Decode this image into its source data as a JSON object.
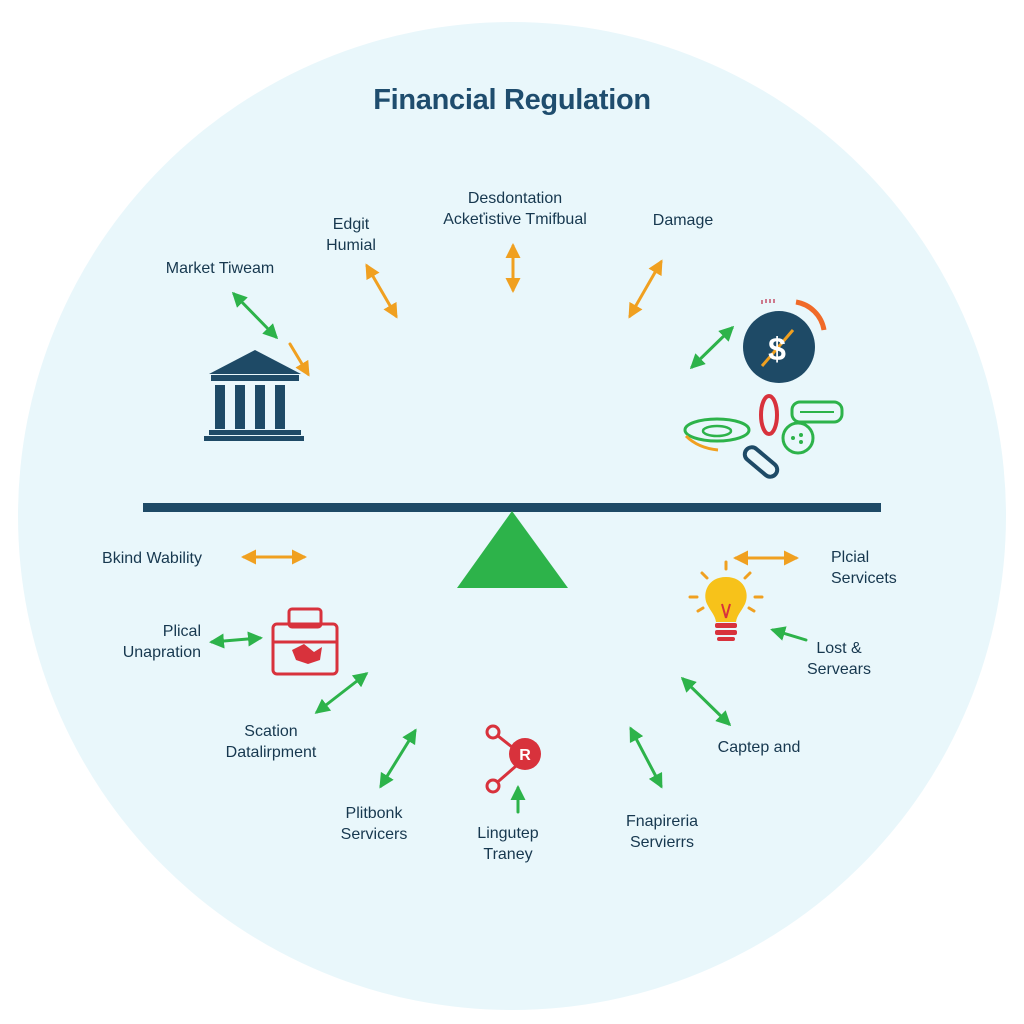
{
  "title": "Financial Regulation",
  "labels": {
    "market_tiweam": "Market Tiweam",
    "edgit_humial": [
      "Edgit",
      "Humial"
    ],
    "desdontation": [
      "Desdontation",
      "Ackeťistive Tmifbual"
    ],
    "damage": "Damage",
    "bkind_wability": "Bkind Wability",
    "plical_unapration": [
      "Plical",
      "Unapration"
    ],
    "scation_datalirpment": [
      "Scation",
      "Datalirpment"
    ],
    "plitbonk_servicers": [
      "Plitbonk",
      "Servicers"
    ],
    "lingutep_traney": [
      "Lingutep",
      "Traney"
    ],
    "fnapireria_servierrs": [
      "Fnapireria",
      "Servierrs"
    ],
    "captep_and": "Captep and",
    "lost_servears": [
      "Lost &",
      "Servears"
    ],
    "plcial_servicets": [
      "Plcial",
      "Servicets"
    ]
  },
  "badge_letter": "R",
  "coin_symbol": "$",
  "colors": {
    "navy": "#1e4a66",
    "green": "#2db34a",
    "orange": "#f0a020",
    "red": "#d8323c",
    "background": "#e9f7fb"
  },
  "icons": [
    "bank-icon",
    "dollar-coin-icon",
    "money-items-icon",
    "toolbox-icon",
    "lightbulb-icon",
    "network-node-icon",
    "balance-fulcrum-icon"
  ]
}
